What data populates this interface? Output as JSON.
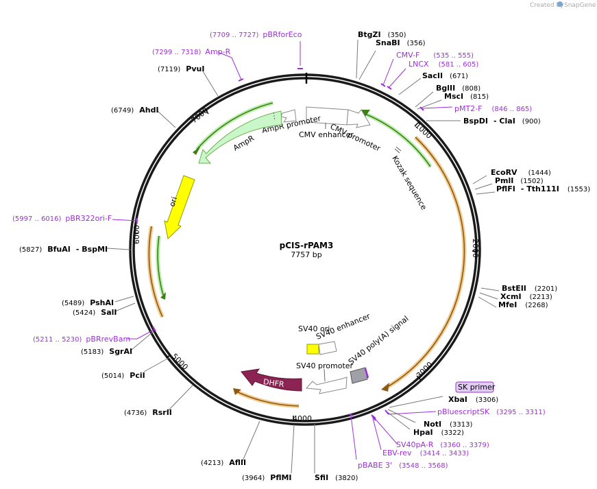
{
  "brand": {
    "created_by": "Created by",
    "name": "SnapGene"
  },
  "plasmid": {
    "name": "pCIS-rPAM3",
    "size": "7757 bp"
  },
  "ticks": [
    "1000",
    "2000",
    "3000",
    "4000",
    "5000",
    "6000",
    "7000"
  ],
  "enzymes": [
    {
      "name": "BtgZI",
      "pos": "(350)"
    },
    {
      "name": "SnaBI",
      "pos": "(356)"
    },
    {
      "name": "SacII",
      "pos": "(671)"
    },
    {
      "name": "BglII",
      "pos": "(808)"
    },
    {
      "name": "MscI",
      "pos": "(815)"
    },
    {
      "name": "BspDI",
      "name2": "- ClaI",
      "pos": "(900)"
    },
    {
      "name": "EcoRV",
      "pos": "(1444)"
    },
    {
      "name": "PmlI",
      "pos": "(1502)"
    },
    {
      "name": "PflFI",
      "name2": "- Tth111I",
      "pos": "(1553)"
    },
    {
      "name": "BstEII",
      "pos": "(2201)"
    },
    {
      "name": "XcmI",
      "pos": "(2213)"
    },
    {
      "name": "MfeI",
      "pos": "(2268)"
    },
    {
      "name": "XbaI",
      "pos": "(3306)"
    },
    {
      "name": "NotI",
      "pos": "(3313)"
    },
    {
      "name": "HpaI",
      "pos": "(3322)"
    },
    {
      "name": "SfiI",
      "pos": "(3820)"
    },
    {
      "name": "PflMI",
      "pos": "(3964)"
    },
    {
      "name": "AflII",
      "pos": "(4213)"
    },
    {
      "name": "RsrII",
      "pos": "(4736)"
    },
    {
      "name": "PciI",
      "pos": "(5014)"
    },
    {
      "name": "SgrAI",
      "pos": "(5183)"
    },
    {
      "name": "SalI",
      "pos": "(5424)"
    },
    {
      "name": "PshAI",
      "pos": "(5489)"
    },
    {
      "name": "BfuAI",
      "name2": "- BspMI",
      "pos": "(5827)"
    },
    {
      "name": "AhdI",
      "pos": "(6749)"
    },
    {
      "name": "PvuI",
      "pos": "(7119)"
    }
  ],
  "primers": [
    {
      "name": "pBRforEco",
      "range": "(7709 .. 7727)"
    },
    {
      "name": "Amp-R",
      "range": "(7299 .. 7318)"
    },
    {
      "name": "CMV-F",
      "range": "(535 .. 555)"
    },
    {
      "name": "LNCX",
      "range": "(581 .. 605)"
    },
    {
      "name": "pMT2-F",
      "range": "(846 .. 865)"
    },
    {
      "name": "pBR322ori-F",
      "range": "(5997 .. 6016)"
    },
    {
      "name": "pBRrevBam",
      "range": "(5211 .. 5230)"
    },
    {
      "name": "SK primer"
    },
    {
      "name": "pBluescriptSK",
      "range": "(3295 .. 3311)"
    },
    {
      "name": "SV40pA-R",
      "range": "(3360 .. 3379)"
    },
    {
      "name": "EBV-rev",
      "range": "(3414 .. 3433)"
    },
    {
      "name": "pBABE 3'",
      "range": "(3548 .. 3568)"
    }
  ],
  "features": [
    {
      "name": "AmpR promoter"
    },
    {
      "name": "AmpR"
    },
    {
      "name": "CMV promoter"
    },
    {
      "name": "CMV enhancer"
    },
    {
      "name": "Kozak sequence"
    },
    {
      "name": "ori"
    },
    {
      "name": "SV40 ori"
    },
    {
      "name": "SV40 enhancer"
    },
    {
      "name": "SV40 promoter"
    },
    {
      "name": "SV40 poly(A) signal"
    },
    {
      "name": "DHFR"
    }
  ],
  "colors": {
    "backbone": "#1a1a1a",
    "ampr": "#c9f7c9",
    "ampr_outline": "#4b9b1f",
    "ori": "#ffff00",
    "orf": "#e8a33a",
    "dhfr": "#8b2452",
    "primer": "#9c2fd6",
    "sv40pa": "#a0a0a8",
    "sk_primer_bg": "#e2ccf5"
  }
}
